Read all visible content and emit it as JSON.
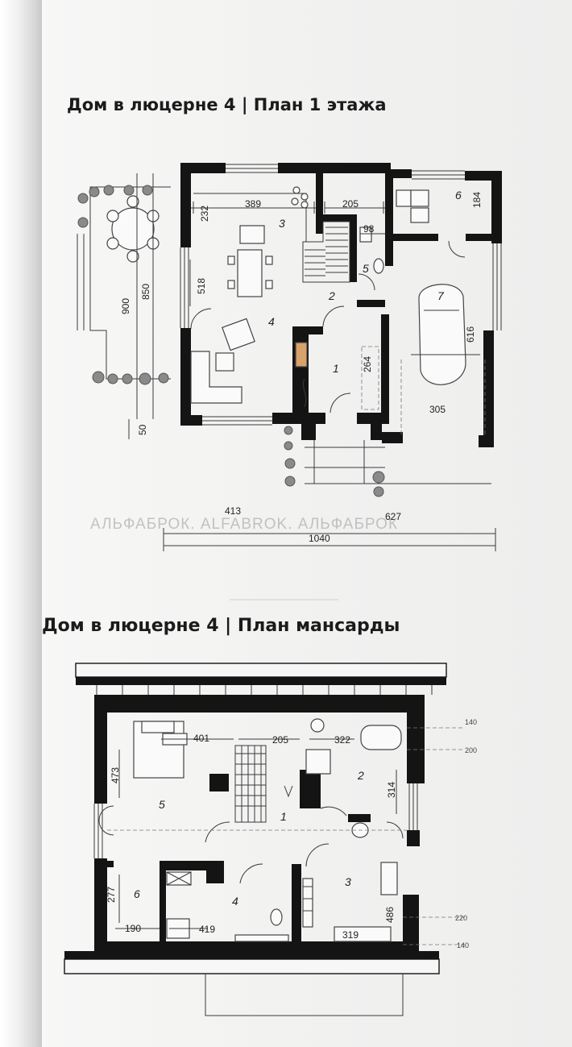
{
  "headings": {
    "ground_floor": "Дом в люцерне 4 | План 1 этажа",
    "attic": "Дом в люцерне 4 | План мансарды"
  },
  "watermark": "АЛЬФАБРОК. ALFABROK. АЛЬФАБРОК",
  "ground_floor": {
    "rooms": [
      "1",
      "2",
      "3",
      "4",
      "5",
      "6",
      "7"
    ],
    "dims": {
      "d389": "389",
      "d205": "205",
      "d232": "232",
      "d98": "98",
      "d184": "184",
      "d900": "900",
      "d850": "850",
      "d518": "518",
      "d616": "616",
      "d264": "264",
      "d305": "305",
      "d50": "50",
      "d413": "413",
      "d627": "627",
      "d1040": "1040"
    }
  },
  "attic": {
    "rooms": [
      "1",
      "2",
      "3",
      "4",
      "5",
      "6"
    ],
    "dims": {
      "d401": "401",
      "d205": "205",
      "d322": "322",
      "d473": "473",
      "d314": "314",
      "d277": "277",
      "d190": "190",
      "d419": "419",
      "d319": "319",
      "d486": "486",
      "d140a": "140",
      "d200": "200",
      "d220": "220",
      "d140b": "140"
    }
  }
}
